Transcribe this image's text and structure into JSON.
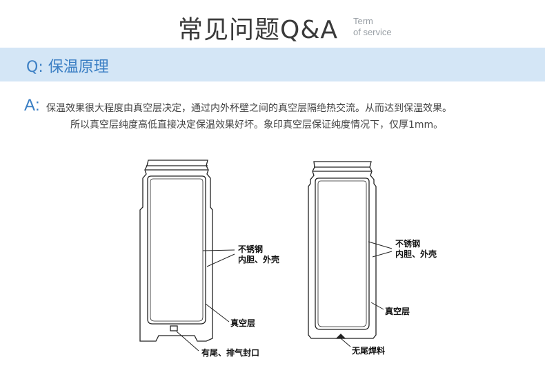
{
  "header": {
    "title": "常见问题Q&A",
    "subtitle_line1": "Term",
    "subtitle_line2": "of service"
  },
  "question": {
    "label": "Q: 保温原理"
  },
  "answer": {
    "mark": "A:",
    "line1": "保温效果很大程度由真空层决定，通过内外杯壁之间的真空层隔绝热交流。从而达到保温效果。",
    "line2": "所以真空层纯度高低直接决定保温效果好坏。象印真空层保证纯度情况下，仅厚1mm。"
  },
  "diagram_left": {
    "label_steel_1": "不锈钢",
    "label_steel_2": "内胆、外壳",
    "label_vacuum": "真空层",
    "label_tail": "有尾、排气封口"
  },
  "diagram_right": {
    "label_steel_1": "不锈钢",
    "label_steel_2": "内胆、外壳",
    "label_vacuum": "真空层",
    "label_tail": "无尾焊料"
  }
}
